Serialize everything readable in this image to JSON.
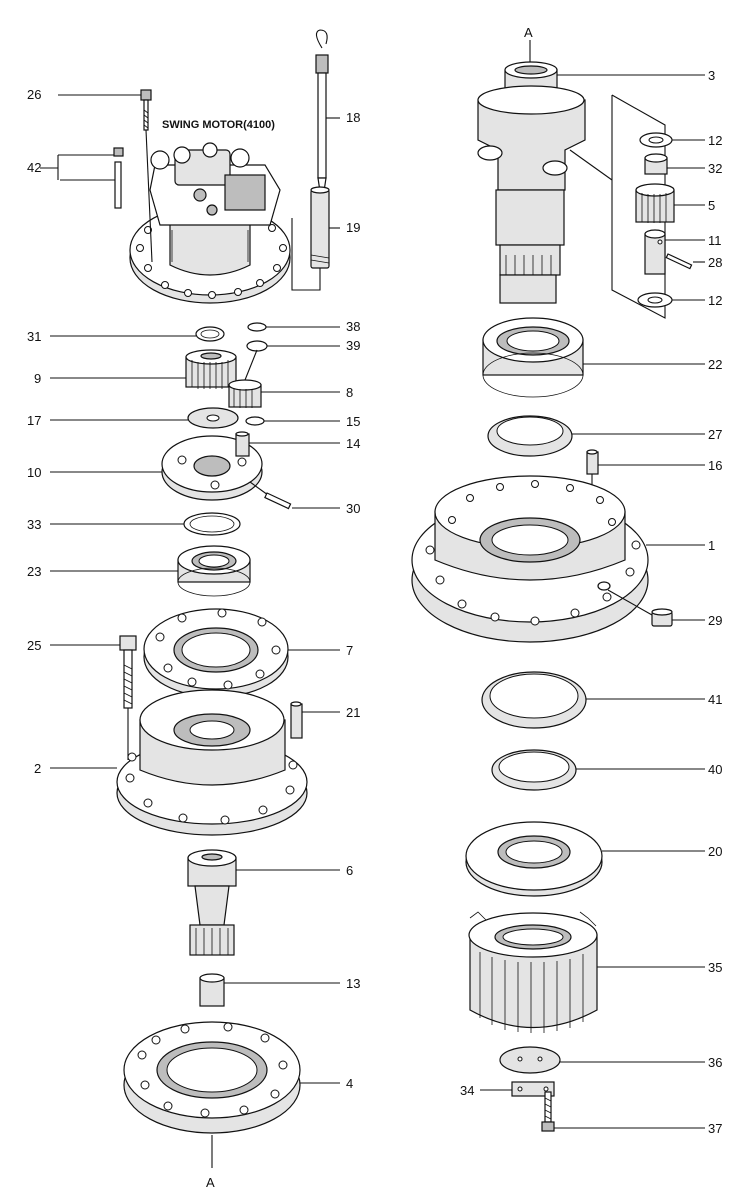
{
  "diagram": {
    "title": "SWING MOTOR(4100)",
    "section_marks": {
      "top": "A",
      "bottom": "A"
    },
    "callouts": {
      "c1": "1",
      "c2": "2",
      "c3": "3",
      "c4": "4",
      "c5": "5",
      "c6": "6",
      "c7": "7",
      "c8": "8",
      "c9": "9",
      "c10": "10",
      "c11": "11",
      "c12a": "12",
      "c12b": "12",
      "c13": "13",
      "c14": "14",
      "c15": "15",
      "c16": "16",
      "c17": "17",
      "c18": "18",
      "c19": "19",
      "c20": "20",
      "c21": "21",
      "c22": "22",
      "c23": "23",
      "c25": "25",
      "c26": "26",
      "c27": "27",
      "c28": "28",
      "c29": "29",
      "c30": "30",
      "c31": "31",
      "c32": "32",
      "c33": "33",
      "c34": "34",
      "c35": "35",
      "c36": "36",
      "c37": "37",
      "c38": "38",
      "c39": "39",
      "c40": "40",
      "c41": "41",
      "c42": "42"
    }
  }
}
